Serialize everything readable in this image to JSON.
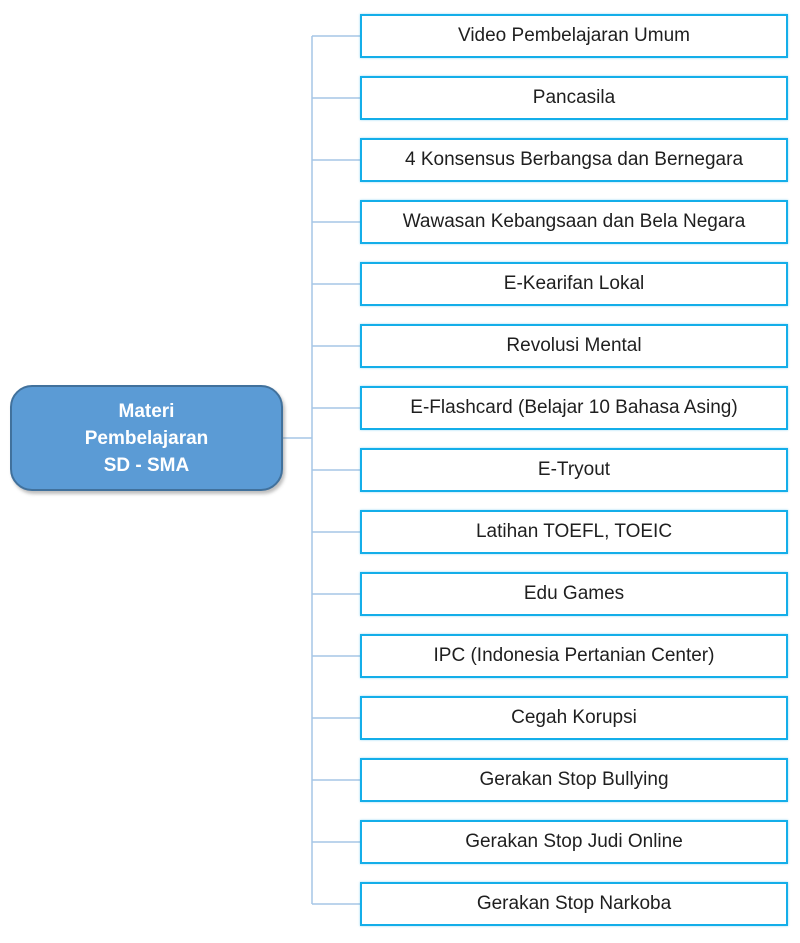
{
  "diagram": {
    "root": {
      "label": "Materi\nPembelajaran\nSD - SMA"
    },
    "items": [
      "Video Pembelajaran Umum",
      "Pancasila",
      "4 Konsensus Berbangsa dan Bernegara",
      "Wawasan Kebangsaan dan Bela Negara",
      "E-Kearifan Lokal",
      "Revolusi Mental",
      "E-Flashcard (Belajar 10 Bahasa Asing)",
      "E-Tryout",
      "Latihan TOEFL, TOEIC",
      "Edu Games",
      "IPC (Indonesia Pertanian Center)",
      "Cegah Korupsi",
      "Gerakan Stop Bullying",
      "Gerakan Stop Judi Online",
      "Gerakan Stop Narkoba"
    ],
    "colors": {
      "root_fill": "#5B9BD5",
      "root_border": "#41719C",
      "root_text": "#FFFFFF",
      "item_border": "#14AEE9",
      "item_text": "#1F1F1F",
      "connector": "#A5C6E6"
    }
  }
}
